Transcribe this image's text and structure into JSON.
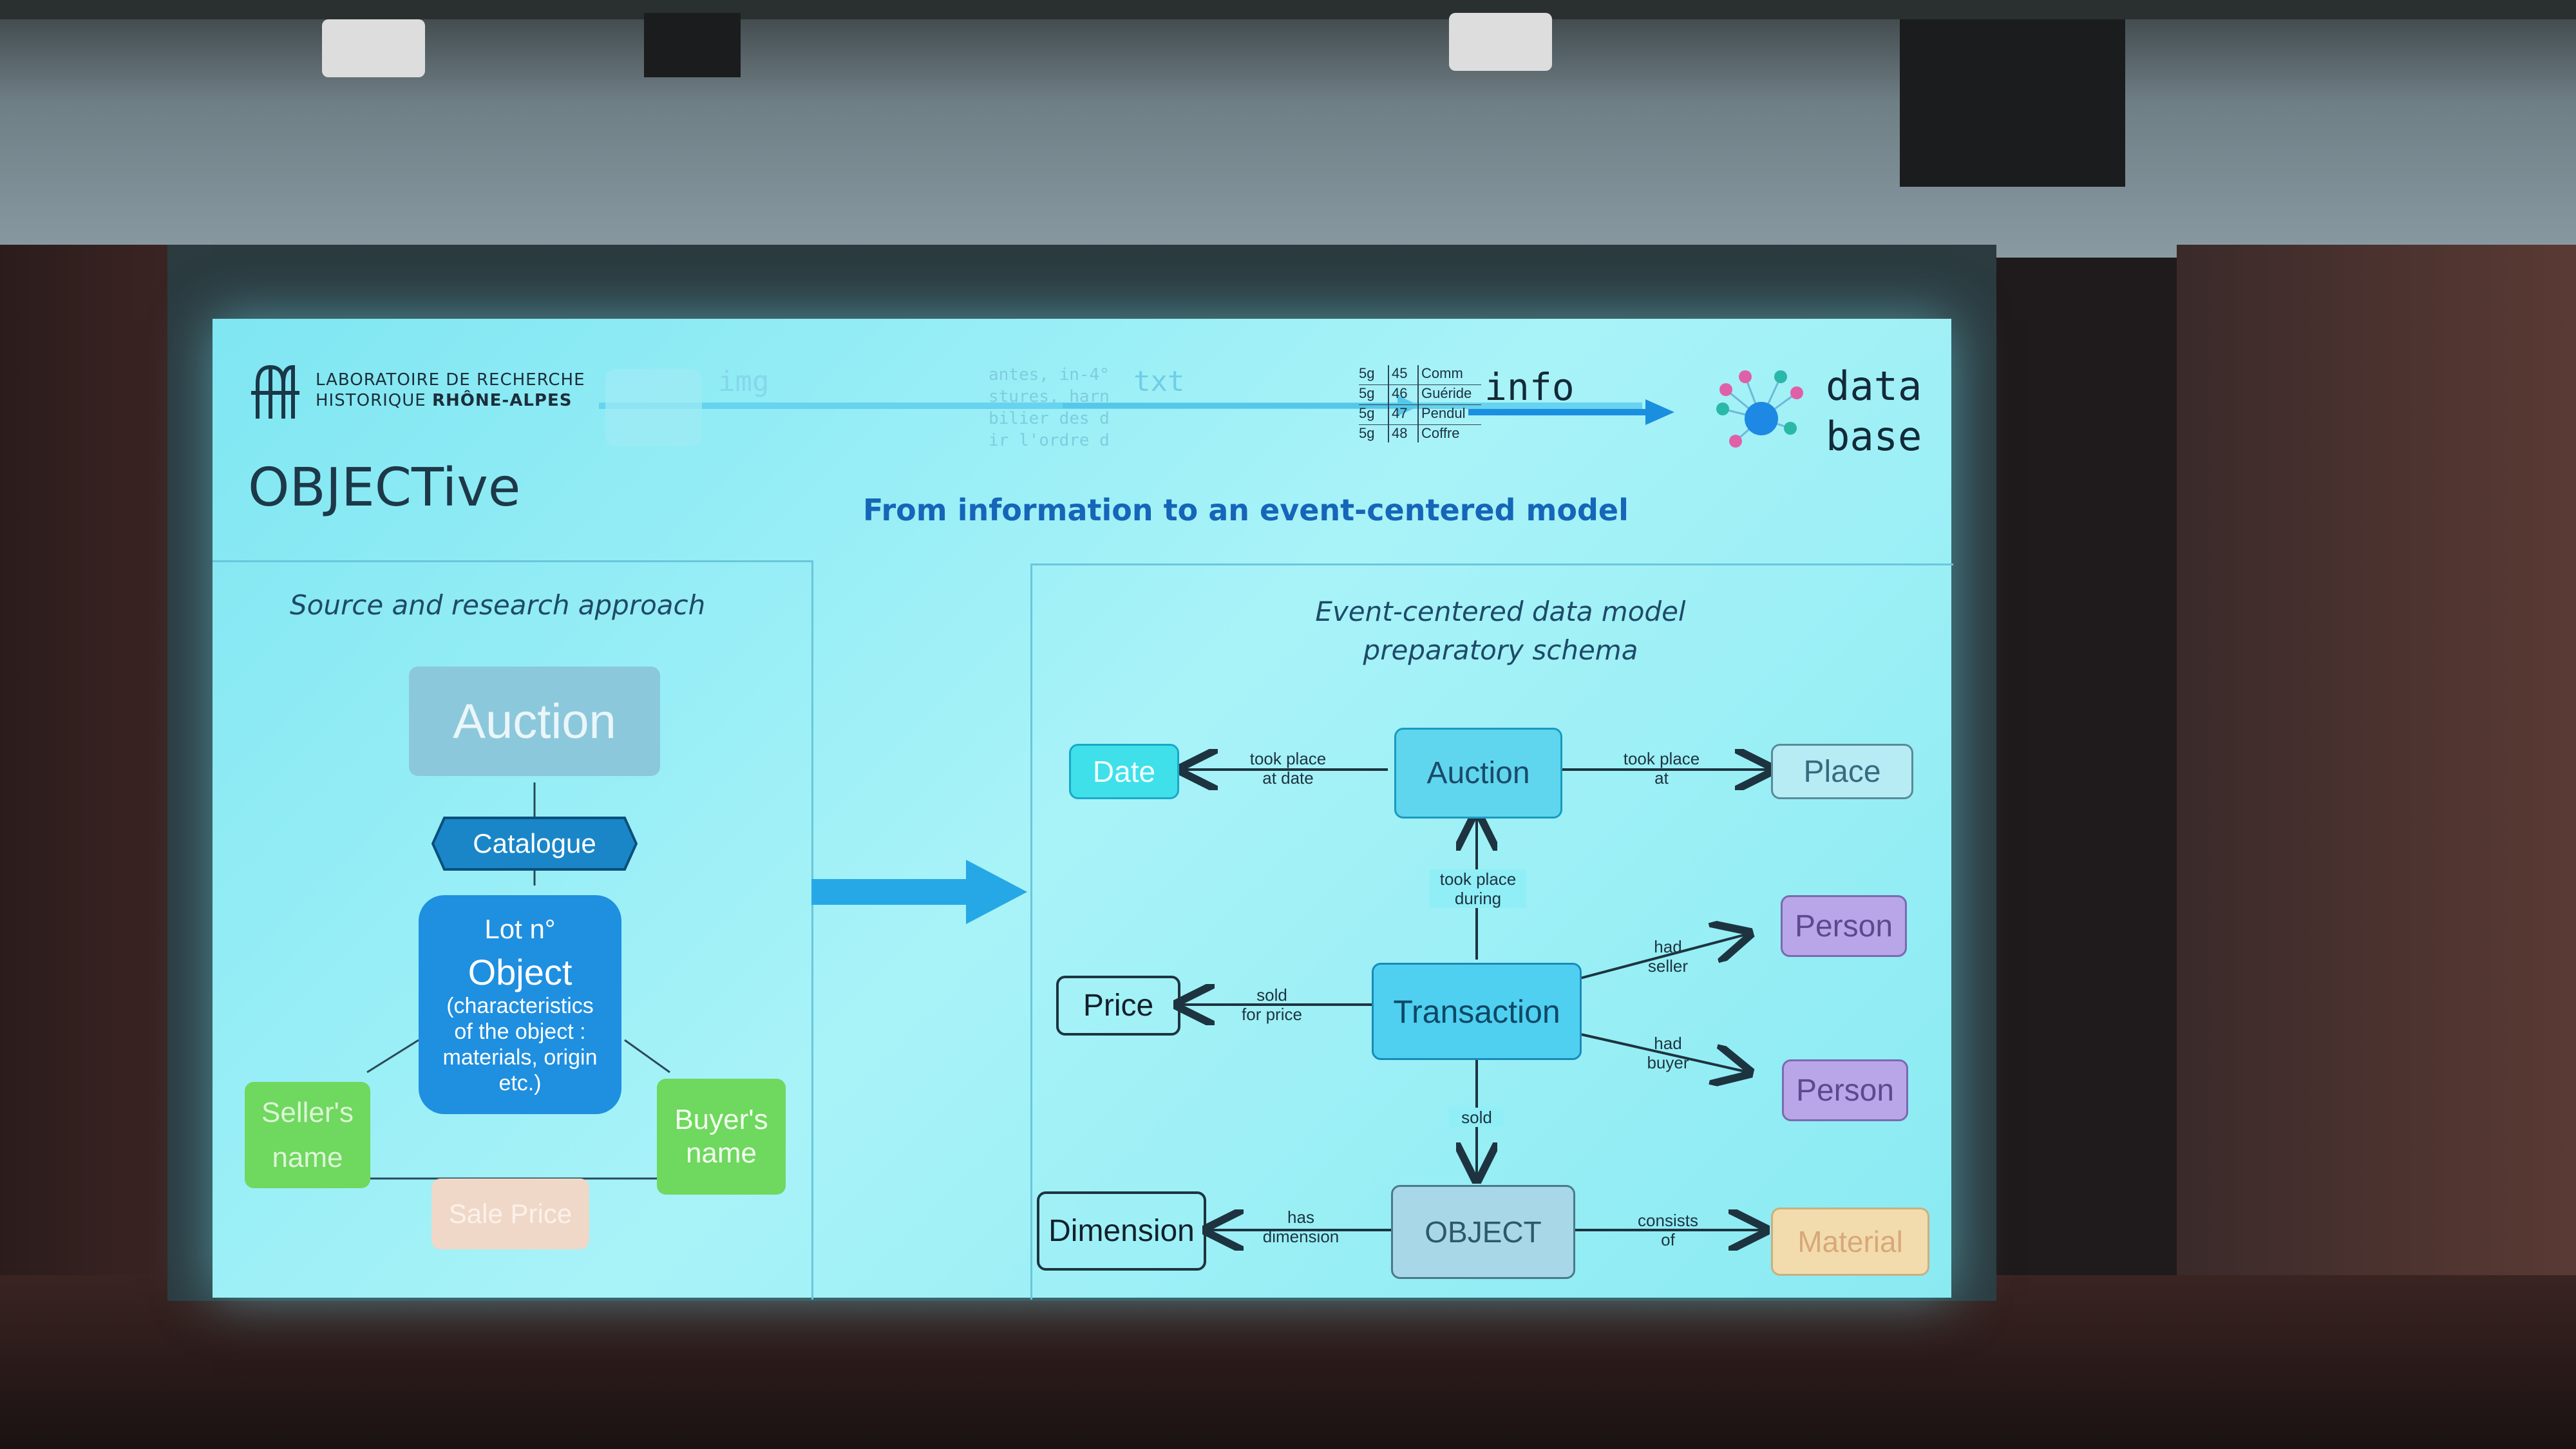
{
  "slide": {
    "lab_line1": "LABORATOIRE DE RECHERCHE",
    "lab_line2_a": "HISTORIQUE ",
    "lab_line2_b": "RHÔNE-ALPES",
    "brand": "OBJECTive",
    "title": "From information to an event-centered model",
    "pipeline": {
      "img": "img",
      "txt": "txt",
      "info": "info",
      "data": "data",
      "base": "base",
      "text_snippet": [
        "antes, in-4°",
        "stures, harn",
        "bilier des d",
        "ir l'ordre d"
      ],
      "table_rows": [
        [
          "5g",
          "45",
          "Comm"
        ],
        [
          "5g",
          "46",
          "Guéride"
        ],
        [
          "5g",
          "47",
          "Pendul"
        ],
        [
          "5g",
          "48",
          "Coffre"
        ]
      ]
    },
    "left_panel": {
      "heading": "Source and research approach",
      "auction": "Auction",
      "catalogue": "Catalogue",
      "lot": "Lot n°",
      "object": "Object",
      "object_desc": "(characteristics of the object : materials, origin etc.)",
      "seller": "Seller's name",
      "buyer": "Buyer's name",
      "sale_price": "Sale Price"
    },
    "right_panel": {
      "heading_line1": "Event-centered data model",
      "heading_line2": "preparatory schema",
      "nodes": {
        "date": "Date",
        "auction": "Auction",
        "place": "Place",
        "person_seller": "Person",
        "price": "Price",
        "transaction": "Transaction",
        "person_buyer": "Person",
        "dimension": "Dimension",
        "object": "OBJECT",
        "material": "Material"
      },
      "edges": {
        "took_place_at_date": "took place\nat date",
        "took_place_at": "took place\nat",
        "took_place_during": "took place\nduring",
        "had_seller": "had\nseller",
        "had_buyer": "had\nbuyer",
        "sold_for_price": "sold\nfor price",
        "sold": "sold",
        "has_dimension": "has\ndimension",
        "consists_of": "consists\nof"
      }
    }
  },
  "colors": {
    "screen": "#8ff0f6",
    "date": "#3fe0ea",
    "auction_right": "#5fd6ee",
    "transaction": "#4fd0f0",
    "person": "#b9a6e8",
    "material": "#f2dcae",
    "object_right": "#a8d8e8",
    "arrow": "#1ea6e0",
    "left_auction": "#8cc8dc",
    "left_object": "#1f8fe0",
    "catalogue": "#1a86c8",
    "green": "#6fd85e",
    "sale_price": "#f0d8c8"
  }
}
